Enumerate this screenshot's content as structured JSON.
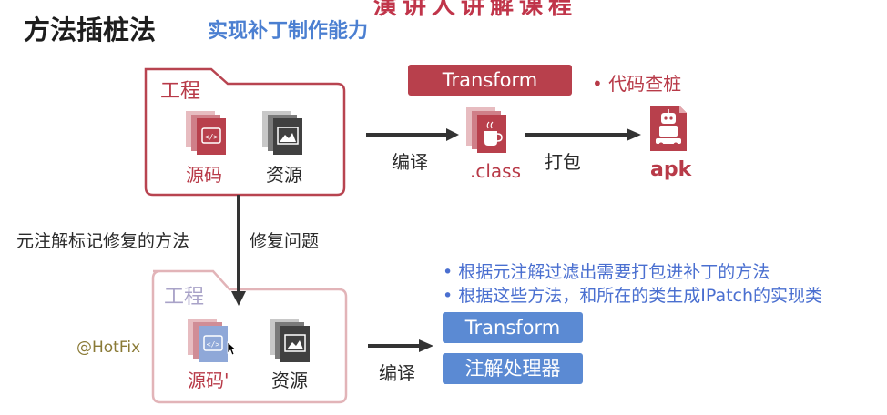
{
  "slide": {
    "top_cut": "演讲人讲解课程",
    "title": "方法插桩法",
    "subtitle": "实现补丁制作能力"
  },
  "project_top": {
    "title": "工程",
    "source_label": "源码",
    "resource_label": "资源"
  },
  "project_bottom": {
    "title": "工程",
    "source_label": "源码'",
    "resource_label": "资源"
  },
  "flow": {
    "transform_label": "Transform",
    "instrument_note": "• 代码查桩",
    "compile_label": "编译",
    "class_label": ".class",
    "package_label": "打包",
    "apk_label": "apk",
    "annotate_label": "元注解标记修复的方法",
    "fix_label": "修复问题",
    "hotfix_label": "@HotFix",
    "compile_label_2": "编译"
  },
  "bullets": [
    "• 根据元注解过滤出需要打包进补丁的方法",
    "• 根据这些方法，和所在的类生成IPatch的实现类"
  ],
  "tools": {
    "transform": "Transform",
    "annotation_processor": "注解处理器"
  },
  "colors": {
    "accent_red": "#b8404c",
    "accent_blue": "#5b8ad3",
    "subtitle_blue": "#4b7fd1"
  }
}
